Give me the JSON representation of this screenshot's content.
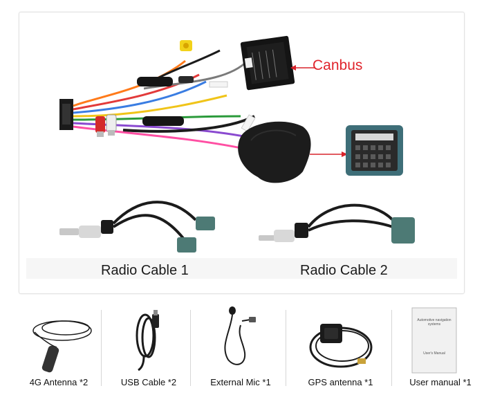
{
  "top": {
    "canbus_label": "Canbus",
    "radio_cable_1": "Radio Cable 1",
    "radio_cable_2": "Radio Cable 2"
  },
  "accessories": [
    {
      "label": "4G Antenna *2"
    },
    {
      "label": "USB Cable *2"
    },
    {
      "label": "External Mic *1"
    },
    {
      "label": "GPS antenna *1"
    },
    {
      "label": "User manual *1"
    }
  ],
  "manual": {
    "title": "Automotive navigation systems",
    "subtitle": "User's Manual"
  },
  "colors": {
    "canbus_label": "#e0242c",
    "arrow": "#d9232b",
    "fakra_connector": "#4d7a75",
    "cable": "#1b1b1b"
  },
  "icons": [
    "wiring-harness",
    "canbus-box",
    "connector-plug",
    "radio-cable",
    "4g-antenna",
    "usb-cable",
    "external-mic",
    "gps-antenna",
    "user-manual"
  ]
}
